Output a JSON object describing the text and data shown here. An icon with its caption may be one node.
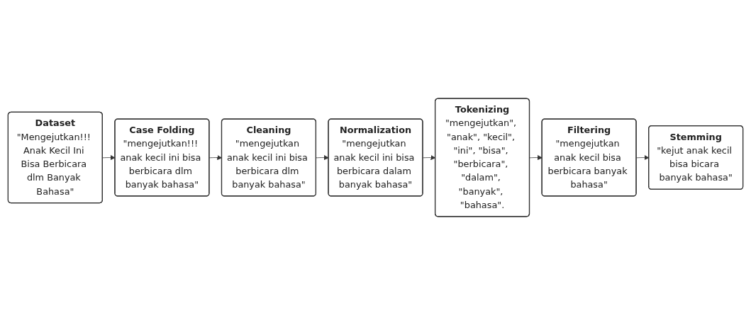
{
  "diagram": {
    "nodes": [
      {
        "text": [
          "Dataset",
          "\"Mengejutkan!!! Anak Kecil Ini Bisa Berbicara dlm Banyak Bahasa\""
        ]
      },
      {
        "text": [
          "Case Folding",
          "\"mengejutkan!!! anak kecil ini bisa berbicara dlm banyak bahasa\""
        ]
      },
      {
        "text": [
          "Cleaning",
          "\"mengejutkan anak kecil ini bisa berbicara dlm banyak bahasa\""
        ]
      },
      {
        "text": [
          "Normalization",
          "\"mengejutkan anak kecil ini bisa berbicara dalam banyak bahasa\""
        ]
      },
      {
        "text": [
          "Tokenizing",
          "\"mengejutkan\", \"anak\", \"kecil\", \"ini\", \"bisa\", \"berbicara\", \"dalam\", \"banyak\", \"bahasa\"."
        ]
      },
      {
        "text": [
          "Filtering",
          "\"mengejutkan anak kecil bisa berbicara banyak bahasa\""
        ]
      },
      {
        "text": [
          "Stemming",
          "\"kejut anak kecil bisa bicara banyak bahasa\""
        ]
      }
    ],
    "edges": [
      {
        "from": 0,
        "to": 1,
        "arrow": "to"
      },
      {
        "from": 1,
        "to": 2,
        "arrow": "to"
      },
      {
        "from": 2,
        "to": 3,
        "arrow": "to"
      },
      {
        "from": 3,
        "to": 4,
        "arrow": "to"
      },
      {
        "from": 4,
        "to": 5,
        "arrow": "to"
      },
      {
        "from": 5,
        "to": 6,
        "arrow": "to"
      }
    ]
  }
}
